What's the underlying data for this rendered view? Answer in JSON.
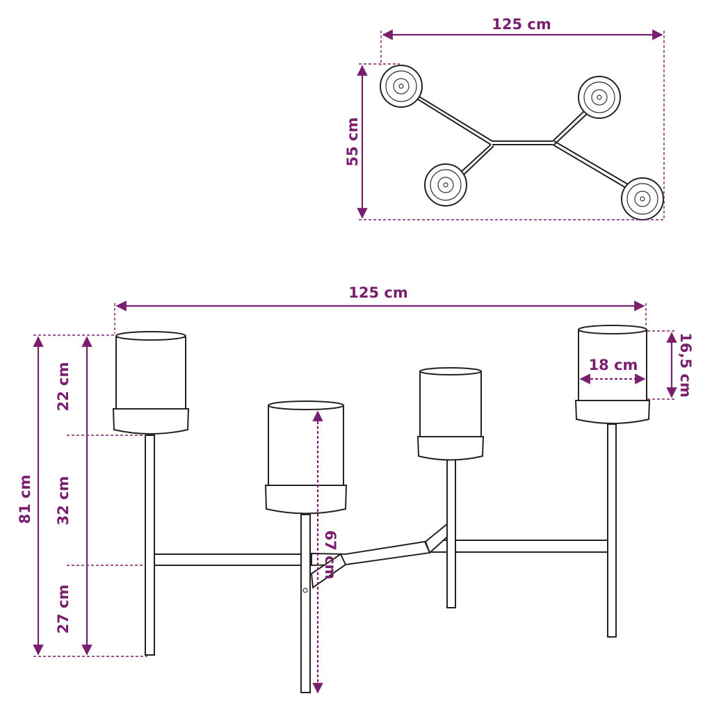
{
  "colors": {
    "dimension": "#7a1f6e",
    "outline": "#222222",
    "background": "#ffffff"
  },
  "top_view": {
    "width_label": "125 cm",
    "depth_label": "55 cm"
  },
  "front_view": {
    "width_label": "125 cm",
    "total_height_label": "81 cm",
    "pot_height_label": "22 cm",
    "stem_label": "32 cm",
    "leg_label": "27 cm",
    "center_height_label": "67 cm",
    "pot_diameter_label": "18 cm",
    "pot_depth_label": "16,5 cm"
  }
}
